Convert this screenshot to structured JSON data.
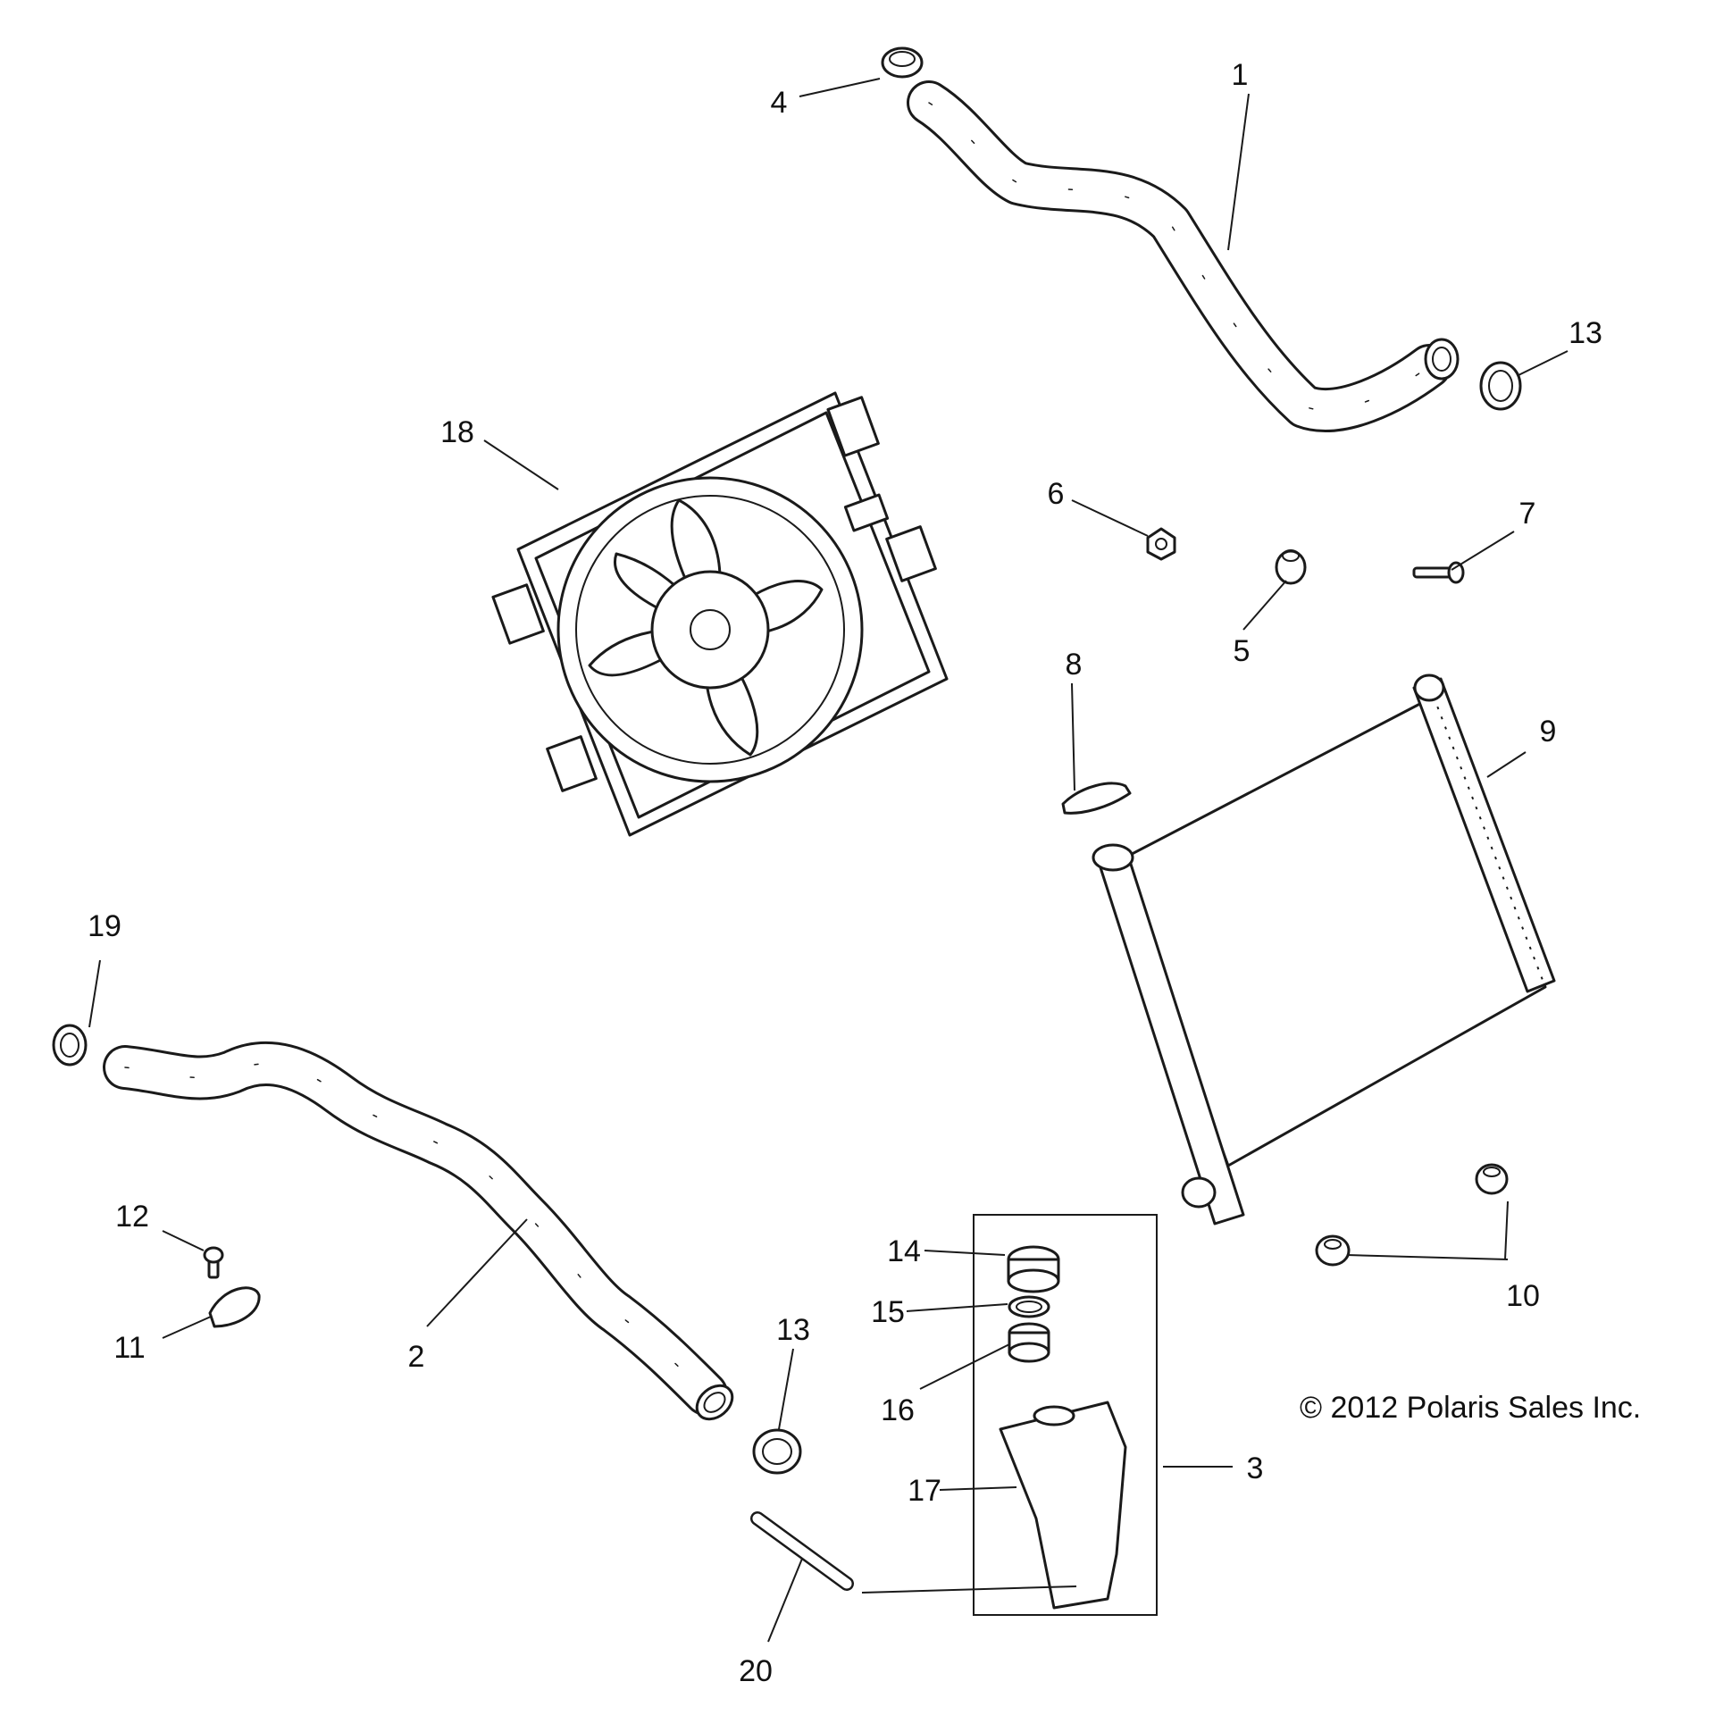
{
  "diagram": {
    "callouts": {
      "c1": "1",
      "c2": "2",
      "c3": "3",
      "c4": "4",
      "c5": "5",
      "c6": "6",
      "c7": "7",
      "c8": "8",
      "c9": "9",
      "c10": "10",
      "c11": "11",
      "c12": "12",
      "c13a": "13",
      "c13b": "13",
      "c14": "14",
      "c15": "15",
      "c16": "16",
      "c17": "17",
      "c18": "18",
      "c19": "19",
      "c20": "20"
    },
    "copyright": "© 2012 Polaris Sales Inc."
  }
}
